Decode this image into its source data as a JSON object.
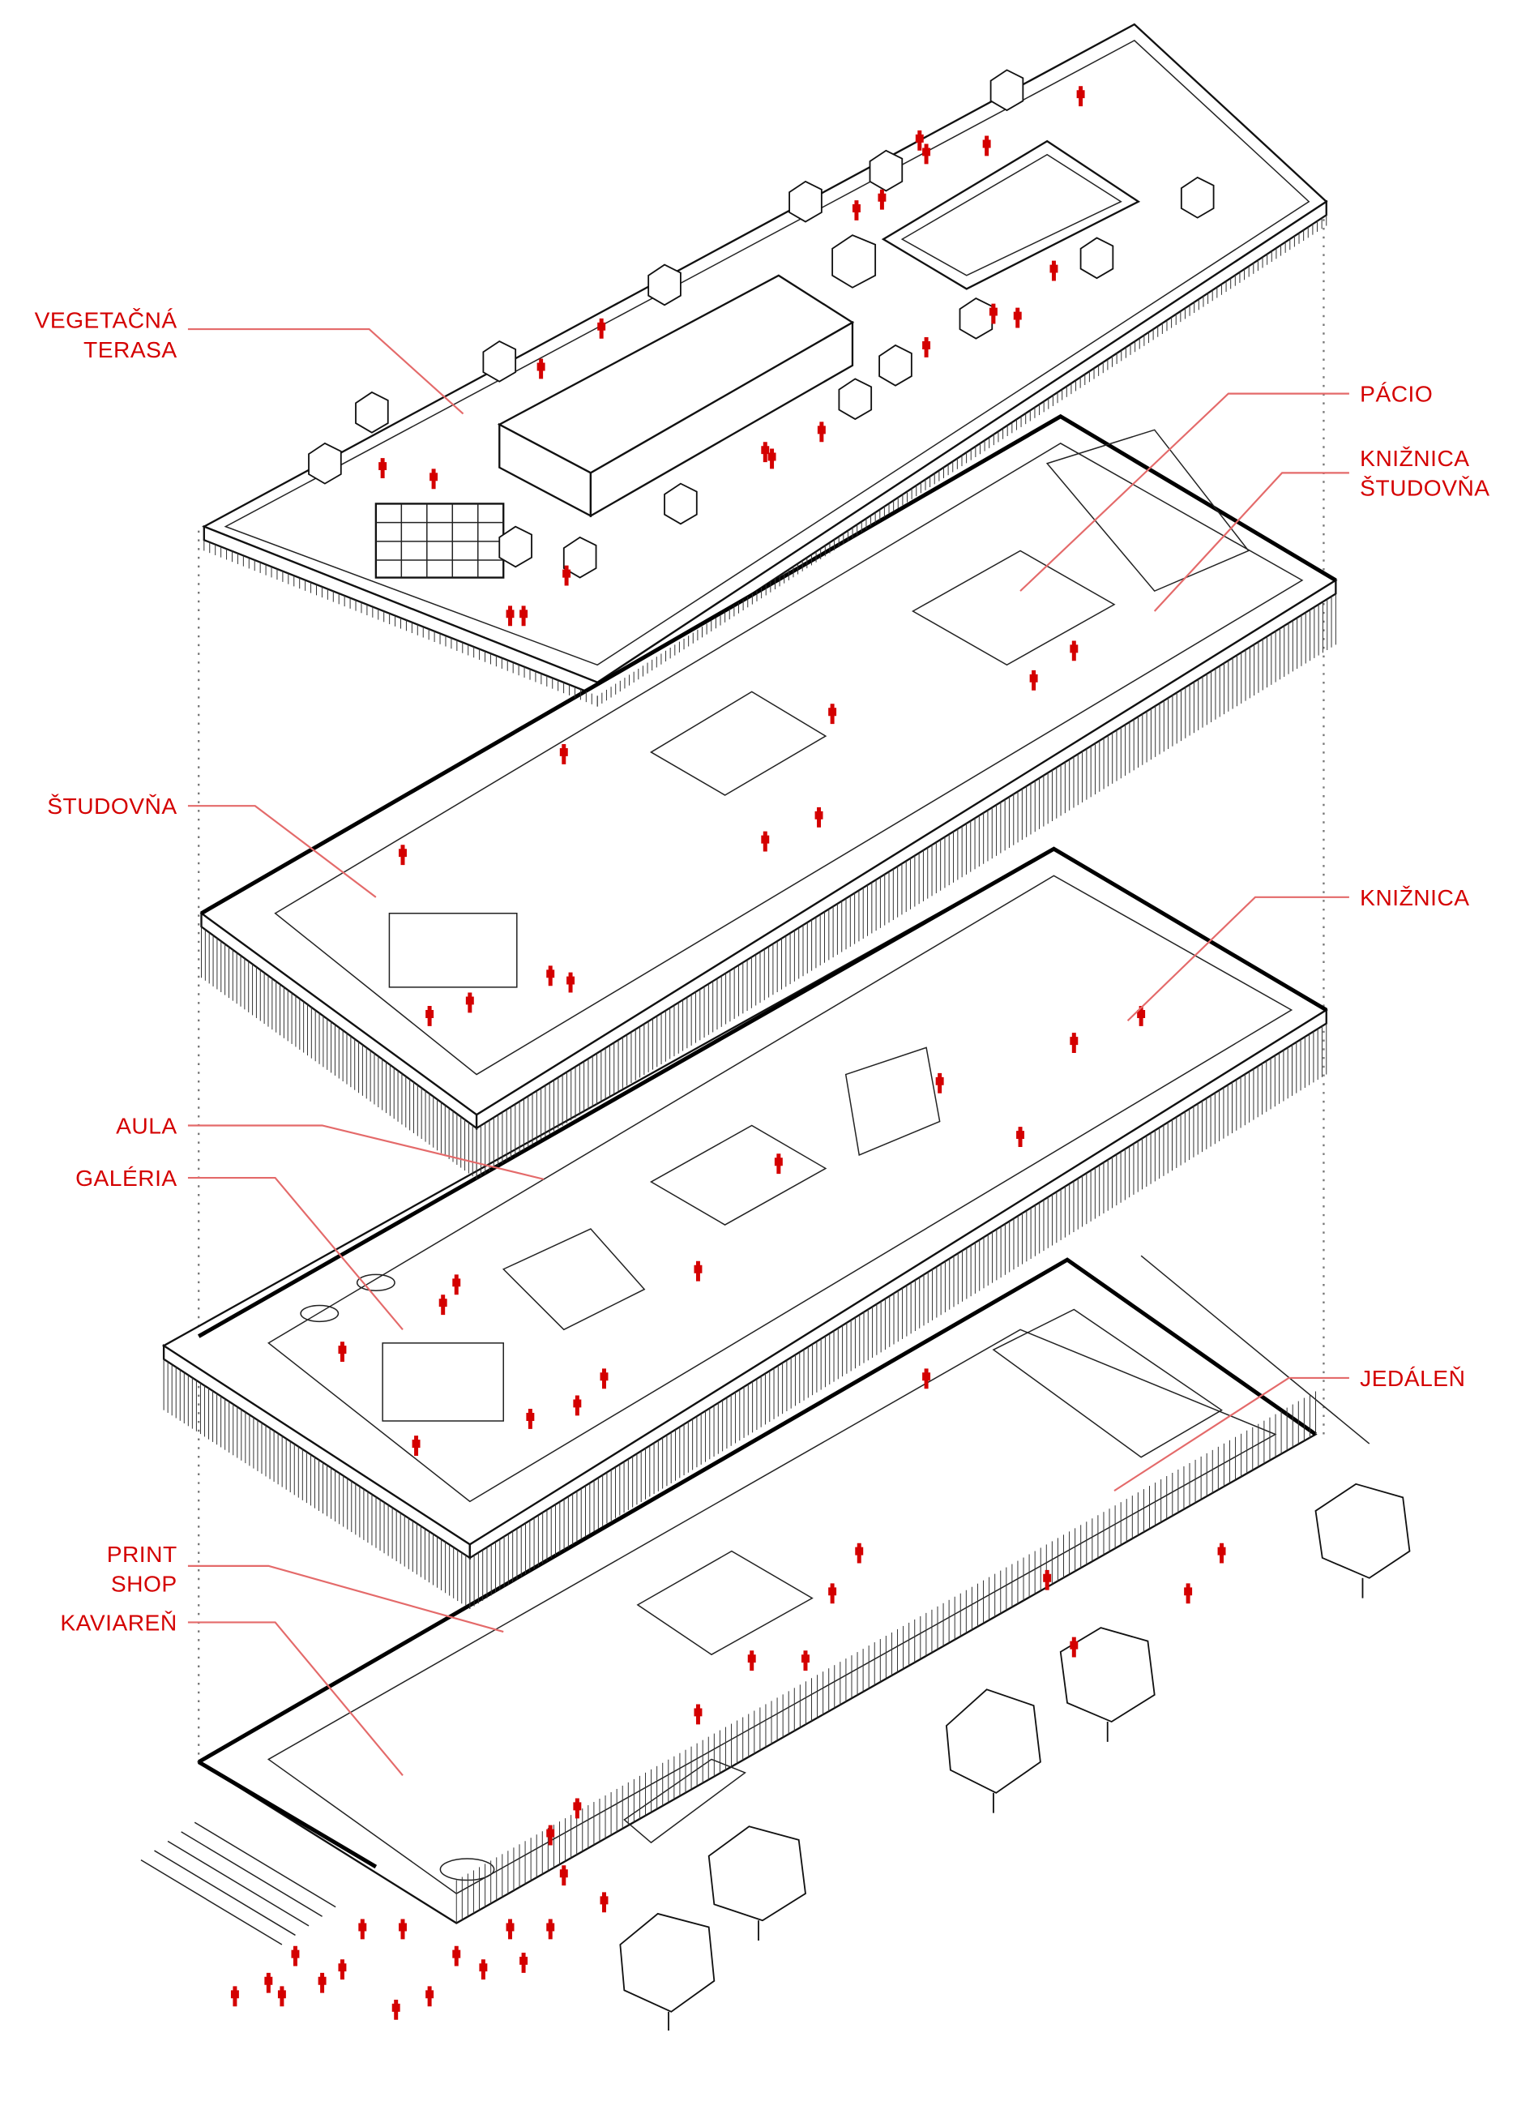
{
  "labels": {
    "vegetacna_terasa": [
      "VEGETAČNÁ",
      "TERASA"
    ],
    "pacio": "PÁCIO",
    "kniznica_studovna": [
      "KNIŽNICA",
      "ŠTUDOVŇA"
    ],
    "studovna": "ŠTUDOVŇA",
    "kniznica": "KNIŽNICA",
    "aula": "AULA",
    "galeria": "GALÉRIA",
    "jedalen": "JEDÁLEŇ",
    "print_shop": [
      "PRINT",
      "SHOP"
    ],
    "kaviaren": "KAVIAREŇ"
  },
  "colors": {
    "label": "#d40000",
    "leader": "#e46a6a",
    "line": "#111111"
  }
}
